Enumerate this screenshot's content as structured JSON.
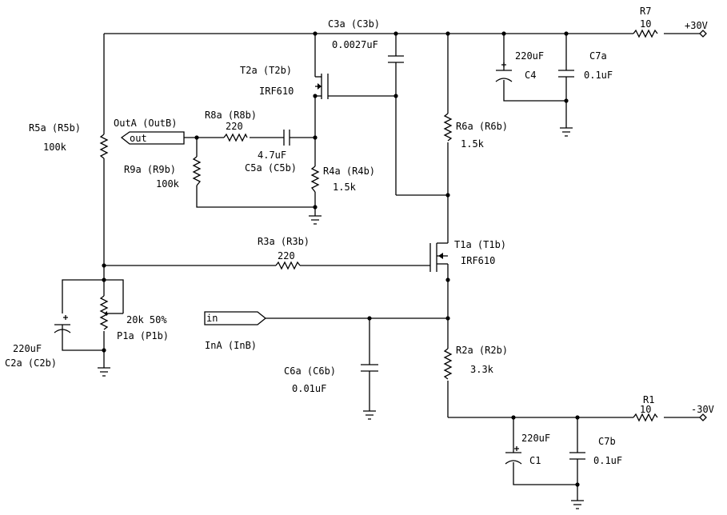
{
  "labels": {
    "c3": "C3a (C3b)",
    "c3_val": "0.0027uF",
    "r7": "R7",
    "r7_val": "10",
    "v_pos": "+30V",
    "c4_val": "220uF",
    "c4": "C4",
    "c7a": "C7a",
    "c7a_val": "0.1uF",
    "t2": "T2a (T2b)",
    "t2_type": "IRF610",
    "r5": "R5a (R5b)",
    "r5_val": "100k",
    "out_name": "OutA (OutB)",
    "out_port": "out",
    "r8": "R8a (R8b)",
    "r8_val": "220",
    "c5_val": "4.7uF",
    "c5": "C5a (C5b)",
    "r6": "R6a (R6b)",
    "r6_val": "1.5k",
    "r9": "R9a (R9b)",
    "r9_val": "100k",
    "r4": "R4a (R4b)",
    "r4_val": "1.5k",
    "r3": "R3a (R3b)",
    "r3_val": "220",
    "t1": "T1a (T1b)",
    "t1_type": "IRF610",
    "p1_val": "20k 50%",
    "p1": "P1a (P1b)",
    "in_port": "in",
    "in_name": "InA (InB)",
    "c2_val": "220uF",
    "c2": "C2a (C2b)",
    "r2": "R2a (R2b)",
    "r2_val": "3.3k",
    "c6": "C6a (C6b)",
    "c6_val": "0.01uF",
    "r1": "R1",
    "r1_val": "10",
    "v_neg": "-30V",
    "c1_val": "220uF",
    "c1": "C1",
    "c7b": "C7b",
    "c7b_val": "0.1uF"
  }
}
